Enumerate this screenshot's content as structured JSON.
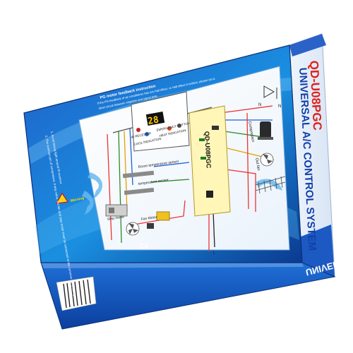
{
  "box": {
    "model": "QD-U08PGC",
    "side_title": "UNIVERSAL A/C CONTROL SYSTEM",
    "bottom_title": "UNIVERSAL A/C CONTROL SYSTEM",
    "pcb_label": "QD-U08PGC",
    "ce_mark": "C€"
  },
  "panel": {
    "digits": "28",
    "ir_receiver": "IR RECEIVER",
    "cool_indication": "COOL INDICATION",
    "heat_indication": "HEAT INDICATION",
    "emergency_button": "EMERGENCY BUTTON"
  },
  "labels": {
    "room_sensor": "Room temperature sensor",
    "temp_sensor": "temperature sensor",
    "step_motor": "Step motor",
    "fan_motor": "Fan Motor",
    "compressor": "Compressor",
    "out_fan": "Out fan",
    "l": "L",
    "n": "N",
    "n2": "N",
    "warning": "Warning"
  },
  "instructions": {
    "heading": "PG motor feedback instruction",
    "line1": "If the PG feedback of air conditioner has not Hall effect, or Hall effect is broken, please set a",
    "line2": "short circuit between negative and signal pole.",
    "item1": "1. Avoid strong light around IR receiver.",
    "item2": "2. The common pin of compressor, 4 way valve, out fan and step motor must be connected to the common pin of swing motor."
  }
}
